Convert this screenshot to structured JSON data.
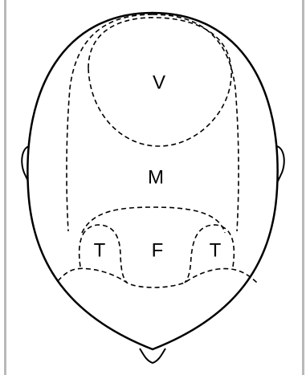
{
  "diagram": {
    "labels": {
      "vertex": "V",
      "mid_scalp": "M",
      "frontal": "F",
      "temporal_left": "T",
      "temporal_right": "T"
    },
    "colors": {
      "border": "#b9b9b9",
      "stroke": "#000000",
      "background": "#ffffff"
    }
  }
}
